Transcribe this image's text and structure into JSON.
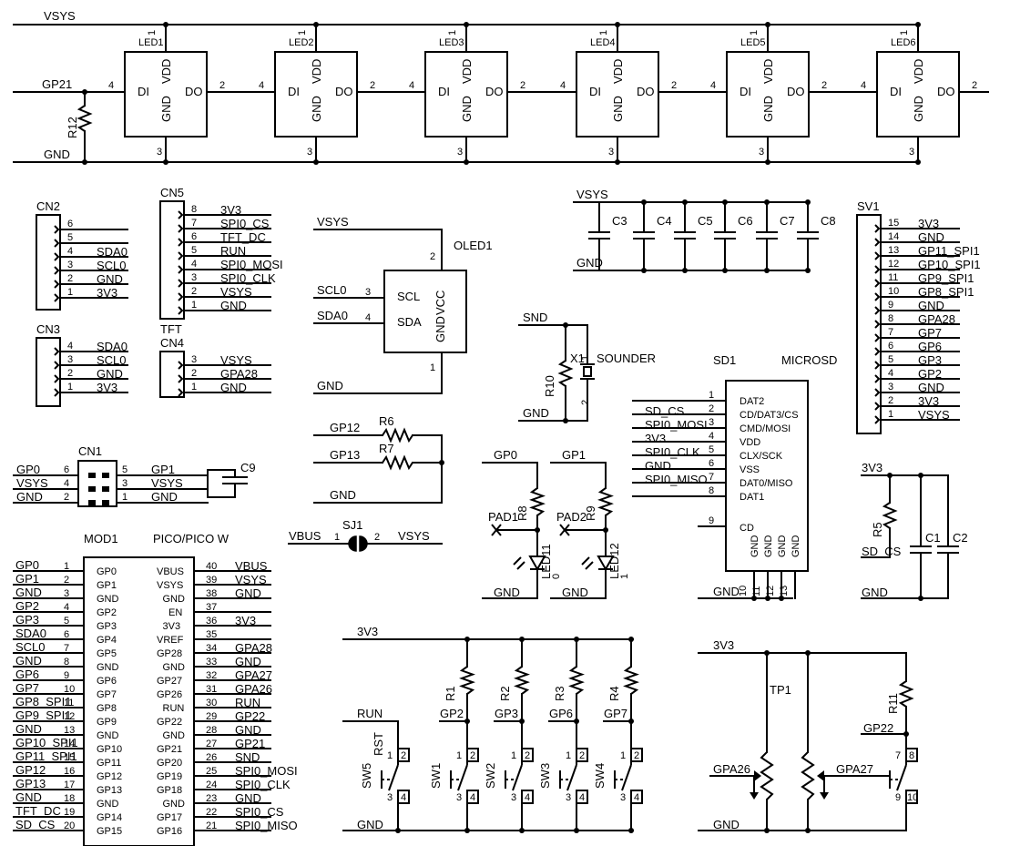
{
  "leds": {
    "rail_top": "VSYS",
    "rail_bottom": "GND",
    "input_net": "GP21",
    "pull_resistor": "R12",
    "parts": [
      {
        "name": "LED1"
      },
      {
        "name": "LED2"
      },
      {
        "name": "LED3"
      },
      {
        "name": "LED4"
      },
      {
        "name": "LED5"
      },
      {
        "name": "LED6"
      }
    ],
    "pin_di": "DI",
    "pin_do": "DO",
    "pin_vdd": "VDD",
    "pin_gnd": "GND",
    "num_vdd": "1",
    "num_di": "4",
    "num_do": "2",
    "num_gnd": "3"
  },
  "cn2": {
    "name": "CN2",
    "pins": [
      {
        "n": "6",
        "net": ""
      },
      {
        "n": "5",
        "net": ""
      },
      {
        "n": "4",
        "net": "SDA0"
      },
      {
        "n": "3",
        "net": "SCL0"
      },
      {
        "n": "2",
        "net": "GND"
      },
      {
        "n": "1",
        "net": "3V3"
      }
    ]
  },
  "cn3": {
    "name": "CN3",
    "pins": [
      {
        "n": "4",
        "net": "SDA0"
      },
      {
        "n": "3",
        "net": "SCL0"
      },
      {
        "n": "2",
        "net": "GND"
      },
      {
        "n": "1",
        "net": "3V3"
      }
    ]
  },
  "cn5": {
    "name": "CN5",
    "sub": "TFT",
    "pins": [
      {
        "n": "8",
        "net": "3V3"
      },
      {
        "n": "7",
        "net": "SPI0_CS"
      },
      {
        "n": "6",
        "net": "TFT_DC"
      },
      {
        "n": "5",
        "net": "RUN"
      },
      {
        "n": "4",
        "net": "SPI0_MOSI"
      },
      {
        "n": "3",
        "net": "SPI0_CLK"
      },
      {
        "n": "2",
        "net": "VSYS"
      },
      {
        "n": "1",
        "net": "GND"
      }
    ]
  },
  "cn4": {
    "name": "CN4",
    "pins": [
      {
        "n": "3",
        "net": "VSYS"
      },
      {
        "n": "2",
        "net": "GPA28"
      },
      {
        "n": "1",
        "net": "GND"
      }
    ]
  },
  "cn1": {
    "name": "CN1",
    "left": [
      {
        "net": "GP0",
        "n": "6"
      },
      {
        "net": "VSYS",
        "n": "4"
      },
      {
        "net": "GND",
        "n": "2"
      }
    ],
    "right": [
      {
        "n": "5",
        "net": "GP1"
      },
      {
        "n": "3",
        "net": "VSYS"
      },
      {
        "n": "1",
        "net": "GND"
      }
    ],
    "cap": "C9"
  },
  "oled": {
    "name": "OLED1",
    "vsys": "VSYS",
    "scl_net": "SCL0",
    "sda_net": "SDA0",
    "gnd_net": "GND",
    "pin_scl": "SCL",
    "pin_sda": "SDA",
    "pin_vcc": "VCC",
    "pin_gnd": "GND",
    "n_scl": "3",
    "n_sda": "4",
    "n_vcc": "2",
    "n_gnd": "1"
  },
  "caps": {
    "rail_top": "VSYS",
    "rail_bottom": "GND",
    "names": [
      "C3",
      "C4",
      "C5",
      "C6",
      "C7",
      "C8"
    ]
  },
  "sv1": {
    "name": "SV1",
    "pins": [
      {
        "n": "15",
        "net": "3V3"
      },
      {
        "n": "14",
        "net": "GND"
      },
      {
        "n": "13",
        "net": "GP11_SPI1"
      },
      {
        "n": "12",
        "net": "GP10_SPI1"
      },
      {
        "n": "11",
        "net": "GP9_SPI1"
      },
      {
        "n": "10",
        "net": "GP8_SPI1"
      },
      {
        "n": "9",
        "net": "GND"
      },
      {
        "n": "8",
        "net": "GPA28"
      },
      {
        "n": "7",
        "net": "GP7"
      },
      {
        "n": "6",
        "net": "GP6"
      },
      {
        "n": "5",
        "net": "GP3"
      },
      {
        "n": "4",
        "net": "GP2"
      },
      {
        "n": "3",
        "net": "GND"
      },
      {
        "n": "2",
        "net": "3V3"
      },
      {
        "n": "1",
        "net": "VSYS"
      }
    ]
  },
  "sounder": {
    "snd": "SND",
    "gnd": "GND",
    "res": "R10",
    "part": "X1",
    "label": "SOUNDER",
    "n1": "1",
    "n2": "2"
  },
  "r67": {
    "gp12": "GP12",
    "gp13": "GP13",
    "r6": "R6",
    "r7": "R7",
    "gnd": "GND"
  },
  "pads": {
    "left": {
      "net": "GP0",
      "res": "R8",
      "pad": "PAD1",
      "led": "LED11",
      "num": "0",
      "gnd": "GND"
    },
    "right": {
      "net": "GP1",
      "res": "R9",
      "pad": "PAD2",
      "led": "LED12",
      "num": "1",
      "gnd": "GND"
    }
  },
  "sd": {
    "name": "SD1",
    "value": "MICROSD",
    "pins": [
      {
        "n": "1",
        "pin": "DAT2",
        "net": ""
      },
      {
        "n": "2",
        "pin": "CD/DAT3/CS",
        "net": "SD_CS"
      },
      {
        "n": "3",
        "pin": "CMD/MOSI",
        "net": "SPI0_MOSI"
      },
      {
        "n": "4",
        "pin": "VDD",
        "net": "3V3"
      },
      {
        "n": "5",
        "pin": "CLX/SCK",
        "net": "SPI0_CLK"
      },
      {
        "n": "6",
        "pin": "VSS",
        "net": "GND"
      },
      {
        "n": "7",
        "pin": "DAT0/MISO",
        "net": "SPI0_MISO"
      },
      {
        "n": "8",
        "pin": "DAT1",
        "net": ""
      }
    ],
    "cd_n": "9",
    "cd": "CD",
    "gnd_pin": "GND",
    "gnd_net": "GND",
    "gnd_nums": [
      "10",
      "11",
      "12",
      "13"
    ]
  },
  "r5": {
    "rail": "3V3",
    "res": "R5",
    "net": "SD_CS",
    "gnd": "GND",
    "c1": "C1",
    "c2": "C2"
  },
  "sj1": {
    "name": "SJ1",
    "left": "VBUS",
    "right": "VSYS",
    "n1": "1",
    "n2": "2"
  },
  "pico": {
    "name": "MOD1",
    "value": "PICO/PICO W",
    "left": [
      {
        "net": "GP0",
        "n": "1",
        "pin": "GP0"
      },
      {
        "net": "GP1",
        "n": "2",
        "pin": "GP1"
      },
      {
        "net": "GND",
        "n": "3",
        "pin": "GND"
      },
      {
        "net": "GP2",
        "n": "4",
        "pin": "GP2"
      },
      {
        "net": "GP3",
        "n": "5",
        "pin": "GP3"
      },
      {
        "net": "SDA0",
        "n": "6",
        "pin": "GP4"
      },
      {
        "net": "SCL0",
        "n": "7",
        "pin": "GP5"
      },
      {
        "net": "GND",
        "n": "8",
        "pin": "GND"
      },
      {
        "net": "GP6",
        "n": "9",
        "pin": "GP6"
      },
      {
        "net": "GP7",
        "n": "10",
        "pin": "GP7"
      },
      {
        "net": "GP8_SPI1",
        "n": "11",
        "pin": "GP8"
      },
      {
        "net": "GP9_SPI1",
        "n": "12",
        "pin": "GP9"
      },
      {
        "net": "GND",
        "n": "13",
        "pin": "GND"
      },
      {
        "net": "GP10_SPI1",
        "n": "14",
        "pin": "GP10"
      },
      {
        "net": "GP11_SPI1",
        "n": "15",
        "pin": "GP11"
      },
      {
        "net": "GP12",
        "n": "16",
        "pin": "GP12"
      },
      {
        "net": "GP13",
        "n": "17",
        "pin": "GP13"
      },
      {
        "net": "GND",
        "n": "18",
        "pin": "GND"
      },
      {
        "net": "TFT_DC",
        "n": "19",
        "pin": "GP14"
      },
      {
        "net": "SD_CS",
        "n": "20",
        "pin": "GP15"
      }
    ],
    "right": [
      {
        "pin": "VBUS",
        "n": "40",
        "net": "VBUS"
      },
      {
        "pin": "VSYS",
        "n": "39",
        "net": "VSYS"
      },
      {
        "pin": "GND",
        "n": "38",
        "net": "GND"
      },
      {
        "pin": "EN",
        "n": "37",
        "net": ""
      },
      {
        "pin": "3V3",
        "n": "36",
        "net": "3V3"
      },
      {
        "pin": "VREF",
        "n": "35",
        "net": ""
      },
      {
        "pin": "GP28",
        "n": "34",
        "net": "GPA28"
      },
      {
        "pin": "GND",
        "n": "33",
        "net": "GND"
      },
      {
        "pin": "GP27",
        "n": "32",
        "net": "GPA27"
      },
      {
        "pin": "GP26",
        "n": "31",
        "net": "GPA26"
      },
      {
        "pin": "RUN",
        "n": "30",
        "net": "RUN"
      },
      {
        "pin": "GP22",
        "n": "29",
        "net": "GP22"
      },
      {
        "pin": "GND",
        "n": "28",
        "net": "GND"
      },
      {
        "pin": "GP21",
        "n": "27",
        "net": "GP21"
      },
      {
        "pin": "GP20",
        "n": "26",
        "net": "SND"
      },
      {
        "pin": "GP19",
        "n": "25",
        "net": "SPI0_MOSI"
      },
      {
        "pin": "GP18",
        "n": "24",
        "net": "SPI0_CLK"
      },
      {
        "pin": "GND",
        "n": "23",
        "net": "GND"
      },
      {
        "pin": "GP17",
        "n": "22",
        "net": "SPI0_CS"
      },
      {
        "pin": "GP16",
        "n": "21",
        "net": "SPI0_MISO"
      }
    ]
  },
  "switches": {
    "rail": "3V3",
    "gnd": "GND",
    "run": "RUN",
    "rst": "RST",
    "items": [
      {
        "sw": "SW5",
        "res": "",
        "net": "RUN"
      },
      {
        "sw": "SW1",
        "res": "R1",
        "net": "GP2"
      },
      {
        "sw": "SW2",
        "res": "R2",
        "net": "GP3"
      },
      {
        "sw": "SW3",
        "res": "R3",
        "net": "GP6"
      },
      {
        "sw": "SW4",
        "res": "R4",
        "net": "GP7"
      }
    ],
    "n1": "1",
    "n2": "2",
    "n3": "3",
    "n4": "4"
  },
  "tp": {
    "rail": "3V3",
    "gnd": "GND",
    "name": "TP1",
    "gpa26": "GPA26",
    "gpa27": "GPA27",
    "r11": "R11",
    "gp22": "GP22",
    "n7": "7",
    "n8": "8",
    "n9": "9",
    "n10": "10"
  }
}
